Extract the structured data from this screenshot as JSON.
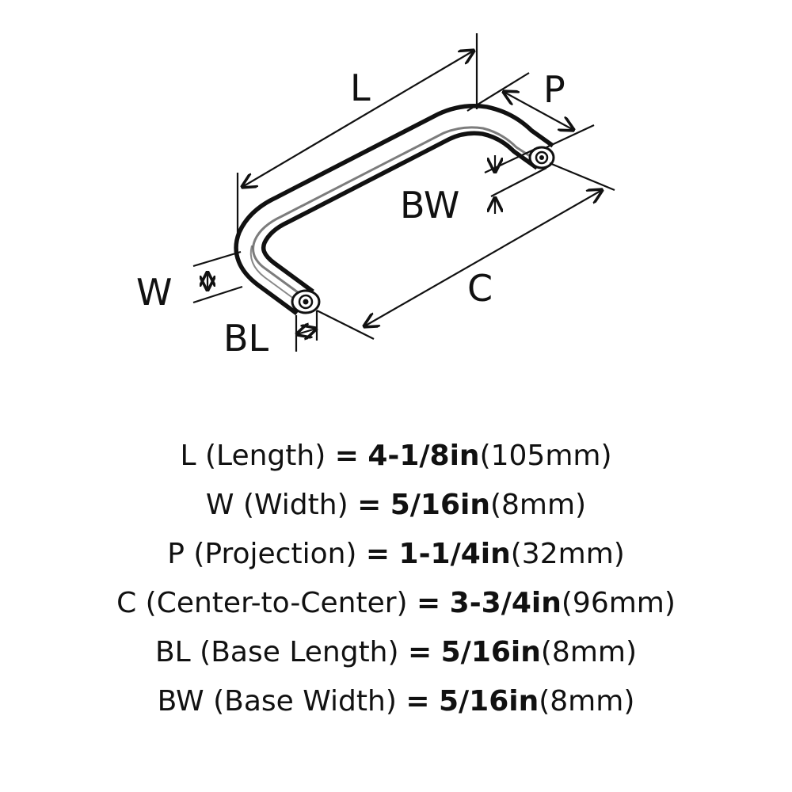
{
  "diagram": {
    "labels": {
      "L": "L",
      "P": "P",
      "BW": "BW",
      "W": "W",
      "C": "C",
      "BL": "BL"
    }
  },
  "specs": [
    {
      "code": "L",
      "name": "(Length)",
      "eq": "=",
      "inch": "4-1/8in",
      "mm": "(105mm)"
    },
    {
      "code": "W",
      "name": "(Width)",
      "eq": "=",
      "inch": "5/16in",
      "mm": "(8mm)"
    },
    {
      "code": "P",
      "name": "(Projection)",
      "eq": "=",
      "inch": "1-1/4in",
      "mm": "(32mm)"
    },
    {
      "code": "C",
      "name": "(Center-to-Center)",
      "eq": "=",
      "inch": "3-3/4in",
      "mm": "(96mm)"
    },
    {
      "code": "BL",
      "name": "(Base Length)",
      "eq": "=",
      "inch": "5/16in",
      "mm": "(8mm)"
    },
    {
      "code": "BW",
      "name": "(Base Width)",
      "eq": "=",
      "inch": "5/16in",
      "mm": "(8mm)"
    }
  ]
}
